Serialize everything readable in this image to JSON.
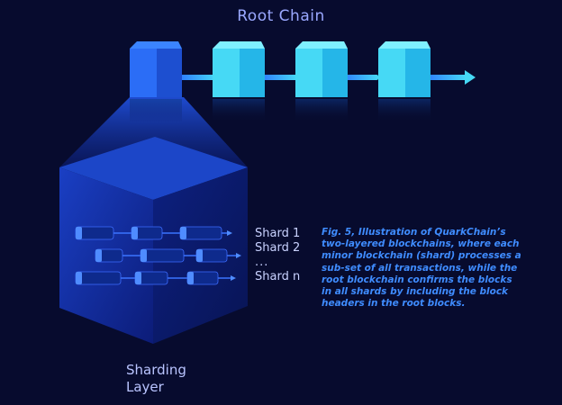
{
  "diagram": {
    "title": "Root Chain",
    "root_block_count": 4,
    "shard_labels": [
      "Shard 1",
      "Shard 2",
      "...",
      "Shard n"
    ],
    "caption": "Fig. 5, Illustration of QuarkChain’s two-layered blockchains, where each minor blockchain (shard) processes a sub-set of all transactions, while the root blockchain confirms the blocks in all shards by including the block headers in the root blocks.",
    "layer_label_line1": "Sharding",
    "layer_label_line2": "Layer"
  },
  "colors": {
    "background": "#070b2e",
    "root_block_first": "#2b6df6",
    "root_block": "#46d9f5",
    "shard_cube": "#1a3fb8",
    "caption": "#3f8cff"
  }
}
